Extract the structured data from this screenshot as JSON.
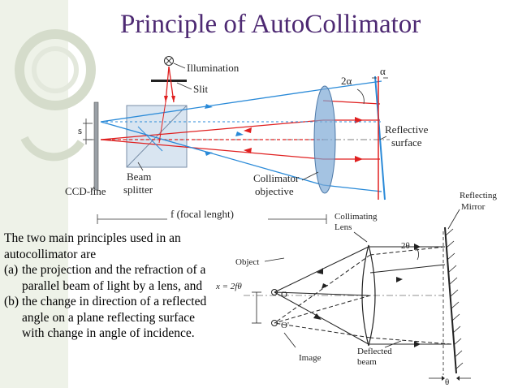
{
  "title": "Principle of AutoCollimator",
  "diagram_top": {
    "labels": {
      "illumination": "Illumination",
      "slit": "Slit",
      "two_alpha": "2α",
      "alpha": "α",
      "s": "s",
      "reflective_surface_line1": "Reflective",
      "reflective_surface_line2": "surface",
      "beam_splitter_line1": "Beam",
      "beam_splitter_line2": "splitter",
      "ccd_line": "CCD-line",
      "collimator_line1": "Collimator",
      "collimator_line2": "objective",
      "focal": "f (focal lenght)"
    }
  },
  "body": {
    "intro": "The two main principles used in an autocollimator are",
    "items": [
      {
        "label": "(a)",
        "text": "the projection and the refraction of a parallel beam of light by a lens, and"
      },
      {
        "label": "(b)",
        "text": "the change in direction of a reflected angle on a plane reflecting surface with change in angle of incidence."
      }
    ]
  },
  "diagram_bottom": {
    "labels": {
      "reflecting_mirror_line1": "Reflecting",
      "reflecting_mirror_line2": "Mirror",
      "collimating_lens_line1": "Collimating",
      "collimating_lens_line2": "Lens",
      "two_theta": "2θ",
      "object": "Object",
      "x_formula": "x = 2fθ",
      "o": "O",
      "o_prime": "O'",
      "image": "Image",
      "deflected_beam_line1": "Deflected",
      "deflected_beam_line2": "beam",
      "theta": "θ"
    }
  },
  "colors": {
    "title": "#4e2a73",
    "ray_red": "#e02020",
    "ray_blue": "#2a8ad8",
    "lens": "#7da9d6",
    "cube": "#b9cfe6"
  }
}
